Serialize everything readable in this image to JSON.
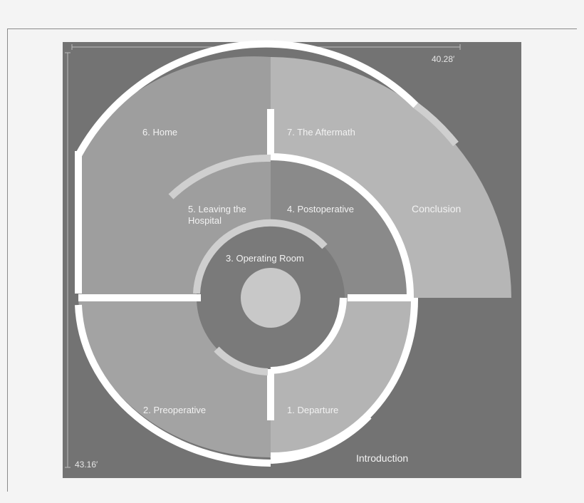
{
  "dimensions": {
    "width": "40.28′",
    "height": "43.16′"
  },
  "rooms": {
    "home": "6. Home",
    "aftermath": "7. The Aftermath",
    "leaving_line1": "5. Leaving the",
    "leaving_line2": "Hospital",
    "postoperative": "4. Postoperative",
    "operating": "3. Operating Room",
    "preoperative": "2. Preoperative",
    "departure": "1. Departure"
  },
  "zones": {
    "conclusion": "Conclusion",
    "introduction": "Introduction"
  },
  "colors": {
    "background": "#737373",
    "home": "#9e9e9e",
    "aftermath": "#b6b6b6",
    "postoperative": "#8a8a8a",
    "operating": "#7a7a7a",
    "preoperative": "#a3a3a3",
    "departure": "#b4b4b4",
    "wall": "#ffffff",
    "door": "#cfcfcf"
  }
}
